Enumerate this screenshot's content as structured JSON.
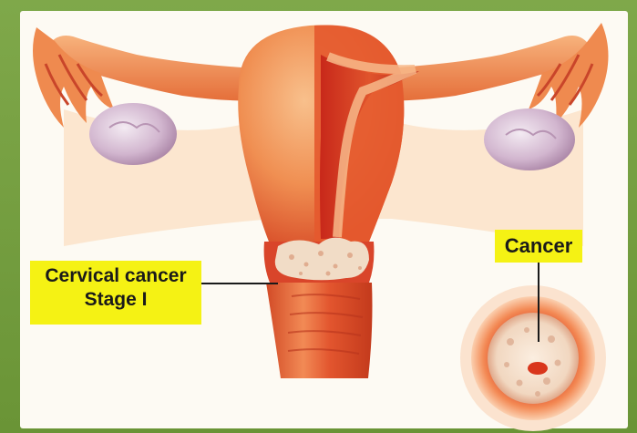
{
  "labels": {
    "cervical_cancer_line1": "Cervical cancer",
    "cervical_cancer_line2": "Stage I",
    "cancer": "Cancer"
  },
  "colors": {
    "frame": "#6f9a3e",
    "background": "#fdfaf3",
    "label_fill": "#f5f214",
    "tissue_light": "#f4a46a",
    "tissue_dark": "#d9361c",
    "ovary": "#cfb3c9",
    "tumor": "#f3e1cf"
  }
}
